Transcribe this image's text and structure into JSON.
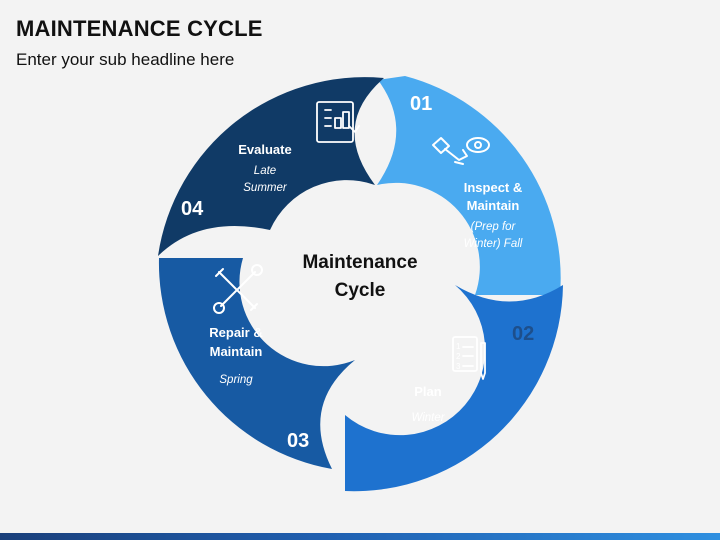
{
  "slide": {
    "title": "MAINTENANCE CYCLE",
    "subtitle": "Enter your sub headline here"
  },
  "center": {
    "line1": "Maintenance",
    "line2": "Cycle"
  },
  "colors": {
    "background": "#f3f3f3",
    "step1": "#4aaaf0",
    "step2": "#1e72cf",
    "step3": "#175aa3",
    "step4": "#103a66",
    "text_light": "#ffffff",
    "number_dark": "#1d4f8c"
  },
  "steps": [
    {
      "number": "01",
      "title_line1": "Inspect &",
      "title_line2": "Maintain",
      "detail_line1": "(Prep for",
      "detail_line2": "Winter) Fall",
      "icon": "hand-eye-inspect-icon"
    },
    {
      "number": "02",
      "title_line1": "Plan",
      "detail_line1": "Winter",
      "icon": "numbered-list-clipboard-icon"
    },
    {
      "number": "03",
      "title_line1": "Repair &",
      "title_line2": "Maintain",
      "detail_line1": "Spring",
      "icon": "wrench-screwdriver-icon"
    },
    {
      "number": "04",
      "title_line1": "Evaluate",
      "detail_line1": "Late",
      "detail_line2": "Summer",
      "icon": "evaluation-chart-icon"
    }
  ]
}
